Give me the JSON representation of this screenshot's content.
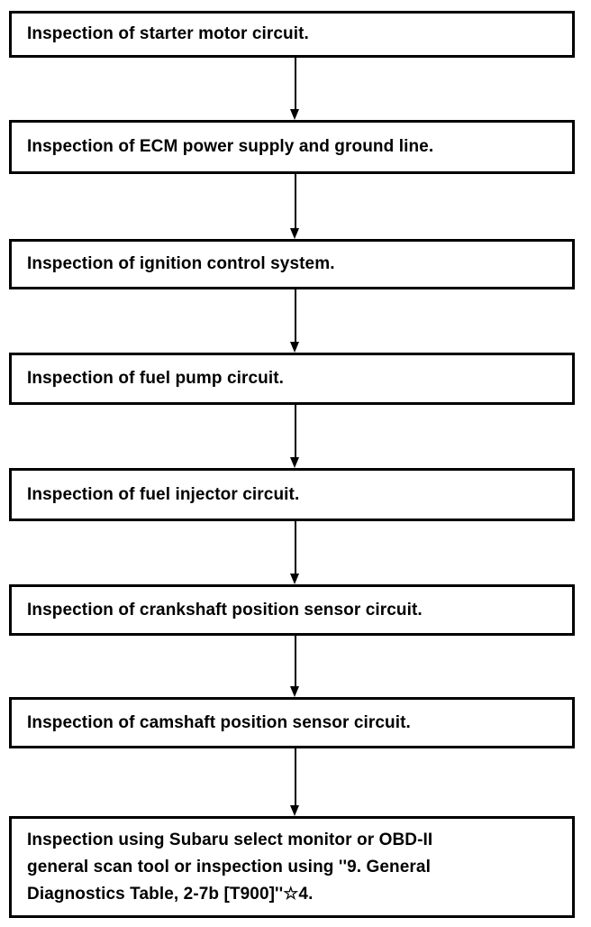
{
  "diagram": {
    "type": "flowchart",
    "orientation": "vertical",
    "background_color": "#ffffff",
    "line_color": "#000000",
    "text_color": "#000000",
    "steps": [
      {
        "id": 1,
        "label": "Inspection of starter motor circuit."
      },
      {
        "id": 2,
        "label": "Inspection of ECM power supply and ground line."
      },
      {
        "id": 3,
        "label": "Inspection of ignition control system."
      },
      {
        "id": 4,
        "label": "Inspection of fuel pump circuit."
      },
      {
        "id": 5,
        "label": "Inspection of fuel injector circuit."
      },
      {
        "id": 6,
        "label": "Inspection of crankshaft position sensor circuit."
      },
      {
        "id": 7,
        "label": "Inspection of camshaft position sensor circuit."
      },
      {
        "id": 8,
        "label": "Inspection using Subaru select monitor or OBD-II\ngeneral scan tool or inspection using ''9. General\nDiagnostics Table, 2-7b [T900]''☆4."
      }
    ],
    "connectors": [
      {
        "id": 1,
        "from": 1,
        "to": 2,
        "icon": "down-arrow-icon"
      },
      {
        "id": 2,
        "from": 2,
        "to": 3,
        "icon": "down-arrow-icon"
      },
      {
        "id": 3,
        "from": 3,
        "to": 4,
        "icon": "down-arrow-icon"
      },
      {
        "id": 4,
        "from": 4,
        "to": 5,
        "icon": "down-arrow-icon"
      },
      {
        "id": 5,
        "from": 5,
        "to": 6,
        "icon": "down-arrow-icon"
      },
      {
        "id": 6,
        "from": 6,
        "to": 7,
        "icon": "down-arrow-icon"
      },
      {
        "id": 7,
        "from": 7,
        "to": 8,
        "icon": "down-arrow-icon"
      }
    ]
  }
}
